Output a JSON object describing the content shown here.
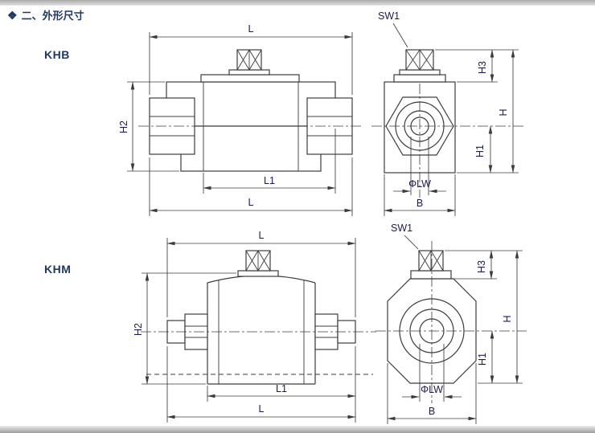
{
  "header": {
    "icon_glyph": "❖",
    "title": "二、外形尺寸"
  },
  "models": [
    {
      "name": "KHB"
    },
    {
      "name": "KHM"
    }
  ],
  "dims": {
    "L": "L",
    "L1": "L1",
    "H": "H",
    "H1": "H1",
    "H2": "H2",
    "H3": "H3",
    "B": "B",
    "SW1": "SW1",
    "LW": "ΦLW"
  },
  "colors": {
    "line": "#3c3c3c",
    "dim_text": "#1c1c50",
    "heading_text": "#1f3864",
    "frame_bar": "#bfbfbf",
    "background": "#ffffff"
  }
}
